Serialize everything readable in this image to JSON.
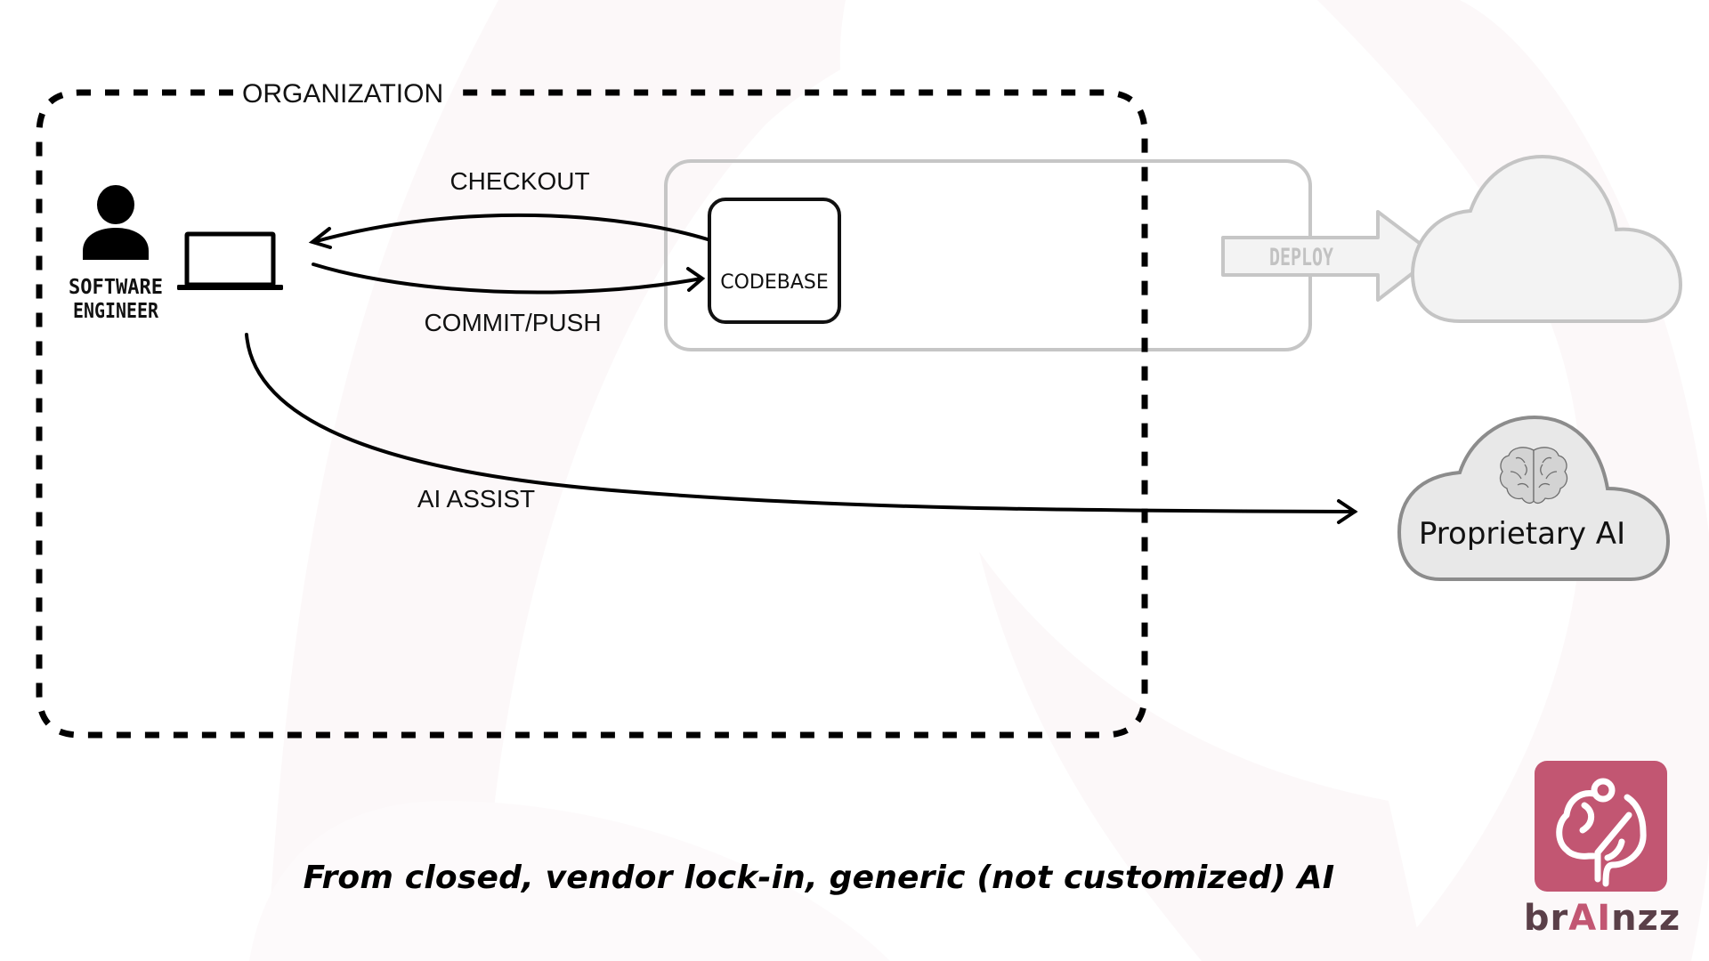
{
  "diagram": {
    "organization_label": "ORGANIZATION",
    "actor": {
      "role_line1": "SOFTWARE",
      "role_line2": "ENGINEER",
      "icon": "person-icon",
      "device_icon": "laptop-icon"
    },
    "codebase_label": "CODEBASE",
    "flows": {
      "checkout": "CHECKOUT",
      "commit_push": "COMMIT/PUSH",
      "ai_assist": "AI ASSIST",
      "deploy": "DEPLOY"
    },
    "cloud_icon": "cloud-icon",
    "proprietary_ai": {
      "label": "Proprietary AI",
      "icon": "brain-icon"
    }
  },
  "caption": "From closed, vendor lock-in, generic (not customized) AI",
  "brand": {
    "name_prefix": "br",
    "name_highlight": "AI",
    "name_suffix": "nzz",
    "logo_icon": "brain-logo-icon"
  },
  "colors": {
    "brand_pink": "#C25672",
    "brand_dark": "#5A3F48",
    "muted_gray": "#C4C4C4",
    "fill_gray": "#F3F3F3",
    "ai_cloud_fill": "#E8E8E8",
    "ai_cloud_stroke": "#8C8C8C"
  }
}
